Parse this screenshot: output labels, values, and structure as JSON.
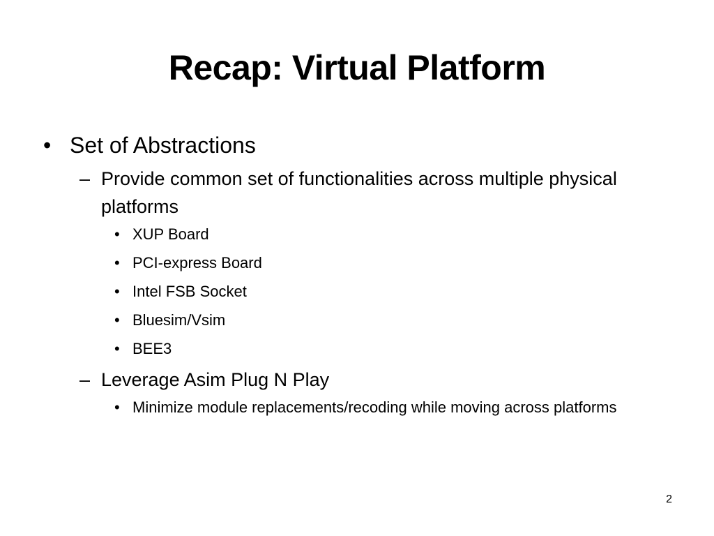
{
  "slide": {
    "title": "Recap: Virtual Platform",
    "page_number": "2",
    "bullet_glyph": "•",
    "dash_glyph": "–",
    "items": [
      {
        "text": "Set of Abstractions",
        "children": [
          {
            "text": "Provide common set of functionalities across multiple physical platforms",
            "children": [
              "XUP Board",
              "PCI-express Board",
              "Intel FSB Socket",
              "Bluesim/Vsim",
              "BEE3"
            ]
          },
          {
            "text": "Leverage Asim Plug N Play",
            "children": [
              "Minimize module replacements/recoding while moving across platforms"
            ]
          }
        ]
      }
    ]
  }
}
